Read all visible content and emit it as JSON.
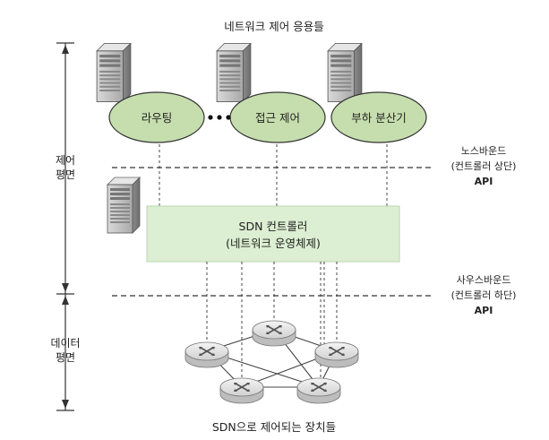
{
  "top_title": "네트워크 제어 응용들",
  "apps": [
    {
      "label": "라우팅"
    },
    {
      "label": "접근 제어"
    },
    {
      "label": "부하 분산기"
    }
  ],
  "control_plane_label": [
    "제어",
    "평면"
  ],
  "data_plane_label": [
    "데이터",
    "평면"
  ],
  "northbound": [
    "노스바운드",
    "(컨트롤러 상단)",
    "API"
  ],
  "southbound": [
    "사우스바운드",
    "(컨트롤러 하단)",
    "API"
  ],
  "controller": [
    "SDN 컨트롤러",
    "(네트워크 운영체제)"
  ],
  "bottom_title": "SDN으로 제어되는 장치들",
  "colors": {
    "app_fill": "#c6deae",
    "controller_fill": "#dcefd2",
    "line": "#333333"
  }
}
